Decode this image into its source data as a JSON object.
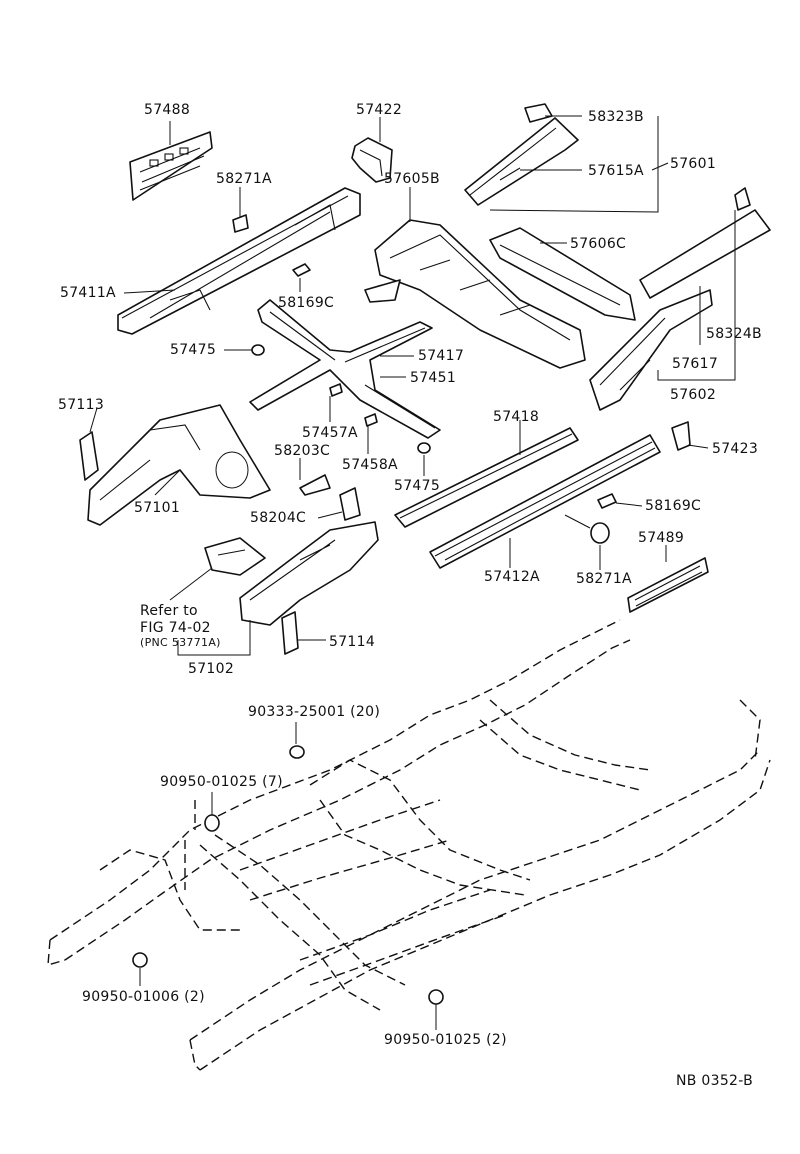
{
  "diagram": {
    "labels": {
      "p57488": "57488",
      "p57422": "57422",
      "p58323B": "58323B",
      "p58271A_top": "58271A",
      "p57615A": "57615A",
      "p57601": "57601",
      "p57605B": "57605B",
      "p57606C": "57606C",
      "p57411A": "57411A",
      "p58169C_top": "58169C",
      "p58324B": "58324B",
      "p57475_a": "57475",
      "p57417": "57417",
      "p57617": "57617",
      "p57451": "57451",
      "p57602": "57602",
      "p57113": "57113",
      "p57418": "57418",
      "p57457A": "57457A",
      "p57423": "57423",
      "p58203C": "58203C",
      "p57458A": "57458A",
      "p57101": "57101",
      "p57475_b": "57475",
      "p58169C_bottom": "58169C",
      "p58204C": "58204C",
      "p57489": "57489",
      "p58271A_bottom": "58271A",
      "p57412A": "57412A",
      "p57114": "57114",
      "p57102": "57102",
      "refer_line1": "Refer to",
      "refer_line2": "FIG 74-02",
      "refer_line3": "(PNC 53771A)",
      "plug_90333": "90333-25001 (20)",
      "plug_90950_7": "90950-01025 (7)",
      "plug_90950_01006": "90950-01006 (2)",
      "plug_90950_2": "90950-01025 (2)",
      "ref_code": "NB 0352-B"
    }
  }
}
